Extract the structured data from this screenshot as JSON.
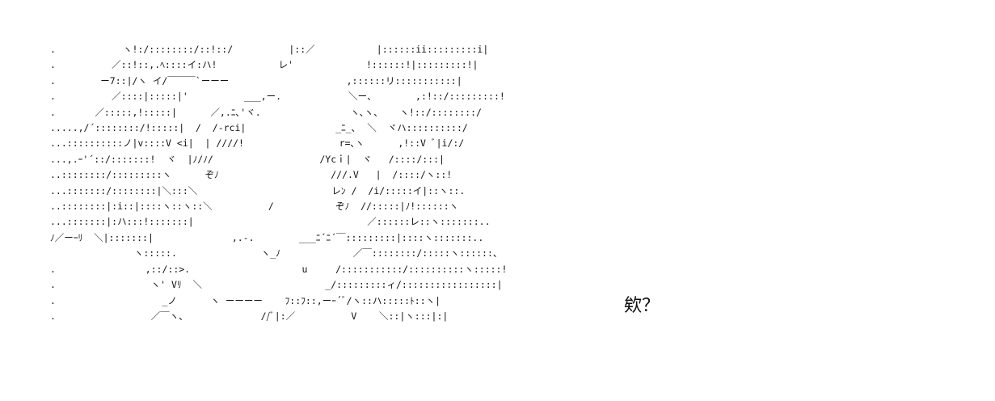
{
  "art": {
    "lines": [
      ".            ヽ!:/::::::::/::!::/          |::／           |::::::ii:::::::::i|",
      ".          ／::!::,.ﾍ::::イ:ハ!           レ'             !::::::!|:::::::::!|",
      ".        ー7::|/ヽ イ/￣￣￣`ーーー                     ,::::::リ:::::::::::|",
      ".          ／::::|:::::|'          ___,ー.            ＼ー、       ,:!::/:::::::::!",
      ".       ／:::::,!:::::|      ／,.ﾆ､'ヾ.                ヽ､ヽ、   ヽ!::/::::::::/",
      ".....,/´::::::::/!:::::|  /  /-rci|                _ﾆ_､  ＼  ヾハ::::::::::/",
      "...::::::::::ノ|v::::V <i|  | ////!                 r=､ヽ      ,!::V ﾞ|i/:/",
      "...,.ｰ'´::/:::::::!  ヾ  |ﾉ/ﾉ/                   /Ycｉ|  ヾ   /::::/:::|",
      "..::::::::/:::::::::ヽ      ぞﾉ                    ///.V   |  /::::/ヽ::!",
      "...:::::::/::::::::|＼:::＼                        レﾝ /  /i/:::::イ|::ヽ::.",
      "..::::::::|:i::|::::ヽ::ヽ::＼          /           ぞﾉ  //:::::|ﾉ!::::::ヽ",
      "...:::::::|:ハ:::!:::::::|                               ／::::::レ::ヽ:::::::..",
      "ﾉ／ーｰﾘ  ＼|:::::::|              ,.-.        ___ﾆ´ﾆ´￣:::::::::|::::ヽ:::::::..",
      "               ヽ:::::.               ヽ_ﾉ             ／￣::::::::/:::::ヽ::::::、",
      ".                ,::/::>.                    u     /:::::::::::/::::::::::ヽ:::::!",
      ".                 ヽ' Vﾘ  ＼                      _/:::::::::ィ/:::::::::::::::::|",
      ".                   _ノ      ヽ ーーーー    ﾌ::ﾌ::,ーｰ´ﾞ/ヽ::ハ:::::ﾄ::ヽ|",
      ".                 ／￣ヽ、             //ﾞ|:／          V    ＼::|ヽ:::|:|"
    ]
  },
  "speech": {
    "text": "欸？"
  }
}
